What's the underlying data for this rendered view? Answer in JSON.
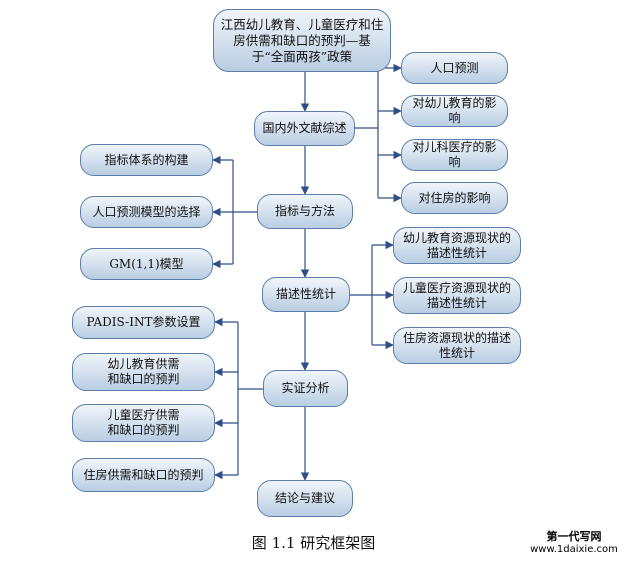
{
  "nodes": {
    "top": "江西幼儿教育、儿童医疗和住房供需和缺口的预判—基于“全面两孩”政策",
    "review": "国内外文献综述",
    "method": "指标与方法",
    "descriptive": "描述性统计",
    "empirical": "实证分析",
    "conclusion": "结论与建议",
    "population_forecast": "人口预测",
    "impact_education": "对幼儿教育的影响",
    "impact_medical": "对儿科医疗的影响",
    "impact_housing": "对住房的影响",
    "indicator_system": "指标体系的构建",
    "model_choice": "人口预测模型的选择",
    "gm_model": "GM(1,1)模型",
    "desc_education": "幼儿教育资源现状的\n描述性统计",
    "desc_medical": "儿童医疗资源现状的\n描述性统计",
    "desc_housing": "住房资源现状的描述\n性统计",
    "padis": "PADIS-INT参数设置",
    "forecast_education": "幼儿教育供需\n和缺口的预判",
    "forecast_medical": "儿童医疗供需\n和缺口的预判",
    "forecast_housing": "住房供需和缺口的预判"
  },
  "caption": "图 1.1 研究框架图",
  "watermark": {
    "line1": "第一代写网",
    "line2": "www.1daixie.com"
  },
  "colors": {
    "arrow": "#2f4f86",
    "node_border": "#5b7fa8",
    "node_fill_top": "#f0f5fa",
    "node_fill_bottom": "#b9cde2"
  }
}
